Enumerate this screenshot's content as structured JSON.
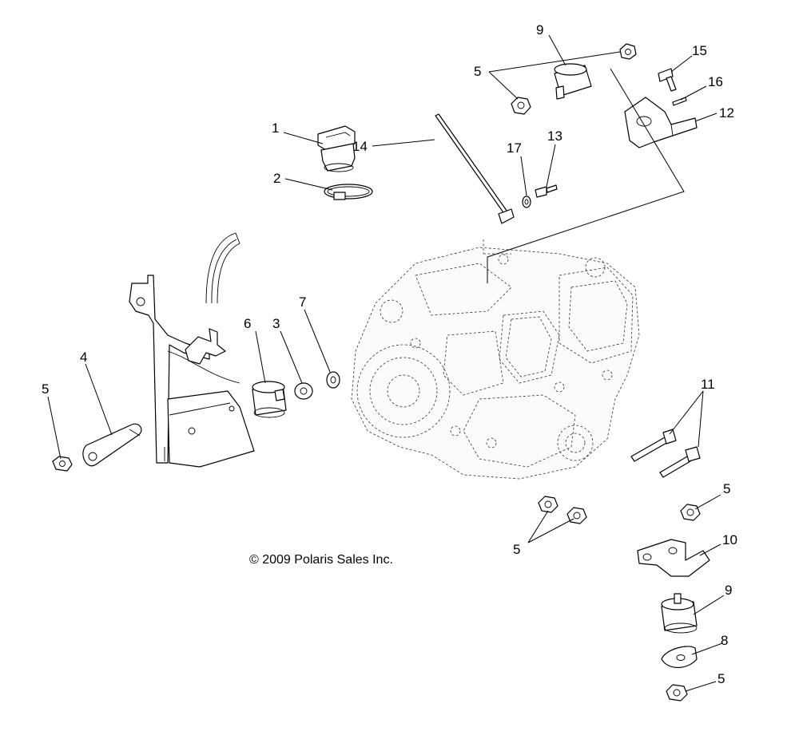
{
  "copyright": "© 2009 Polaris Sales Inc.",
  "callouts": [
    {
      "id": "c1",
      "text": "1"
    },
    {
      "id": "c2",
      "text": "2"
    },
    {
      "id": "c3",
      "text": "3"
    },
    {
      "id": "c4",
      "text": "4"
    },
    {
      "id": "c5a",
      "text": "5"
    },
    {
      "id": "c5b",
      "text": "5"
    },
    {
      "id": "c5c",
      "text": "5"
    },
    {
      "id": "c5d",
      "text": "5"
    },
    {
      "id": "c5e",
      "text": "5"
    },
    {
      "id": "c6",
      "text": "6"
    },
    {
      "id": "c7",
      "text": "7"
    },
    {
      "id": "c8",
      "text": "8"
    },
    {
      "id": "c9a",
      "text": "9"
    },
    {
      "id": "c9b",
      "text": "9"
    },
    {
      "id": "c10",
      "text": "10"
    },
    {
      "id": "c11",
      "text": "11"
    },
    {
      "id": "c12",
      "text": "12"
    },
    {
      "id": "c13",
      "text": "13"
    },
    {
      "id": "c14",
      "text": "14"
    },
    {
      "id": "c15",
      "text": "15"
    },
    {
      "id": "c16",
      "text": "16"
    },
    {
      "id": "c17",
      "text": "17"
    }
  ]
}
